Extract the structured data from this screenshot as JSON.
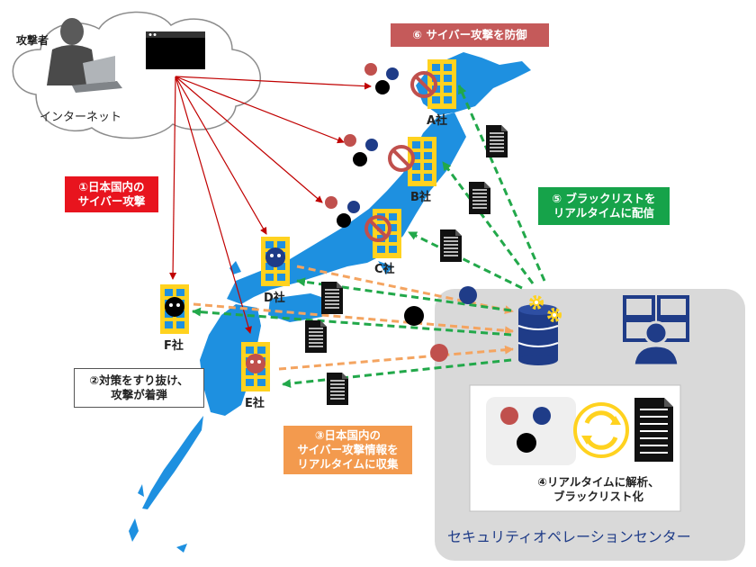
{
  "attacker": {
    "label": "攻撃者"
  },
  "internet": {
    "label": "インターネット"
  },
  "companies": {
    "a": "A社",
    "b": "B社",
    "c": "C社",
    "d": "D社",
    "e": "E社",
    "f": "F社"
  },
  "steps": {
    "s1": {
      "line1": "①日本国内の",
      "line2": "サイバー攻撃"
    },
    "s2": {
      "line1": "②対策をすり抜け、",
      "line2": "攻撃が着弾"
    },
    "s3": {
      "line1": "③日本国内の",
      "line2": "サイバー攻撃情報を",
      "line3": "リアルタイムに収集"
    },
    "s4": {
      "line1": "④リアルタイムに解析、",
      "line2": "ブラックリスト化"
    },
    "s5": {
      "line1": "⑤ ブラックリストを",
      "line2": "リアルタイムに配信"
    },
    "s6": {
      "text": "⑥ サイバー攻撃を防御"
    }
  },
  "soc": {
    "title": "セキュリティオペレーションセンター"
  },
  "colors": {
    "map_blue": "#1e90e0",
    "building_yellow": "#ffd21f",
    "attack_red": "#c00000",
    "orange_arrow": "#f4a460",
    "green_arrow": "#22a84a",
    "step1_red": "#e8141e",
    "step3_orange": "#f39a4e",
    "step5_green": "#16a34a",
    "step6_rose": "#c55a5a",
    "soc_navy": "#1f3c88",
    "soc_panel": "#d9d9d9"
  }
}
